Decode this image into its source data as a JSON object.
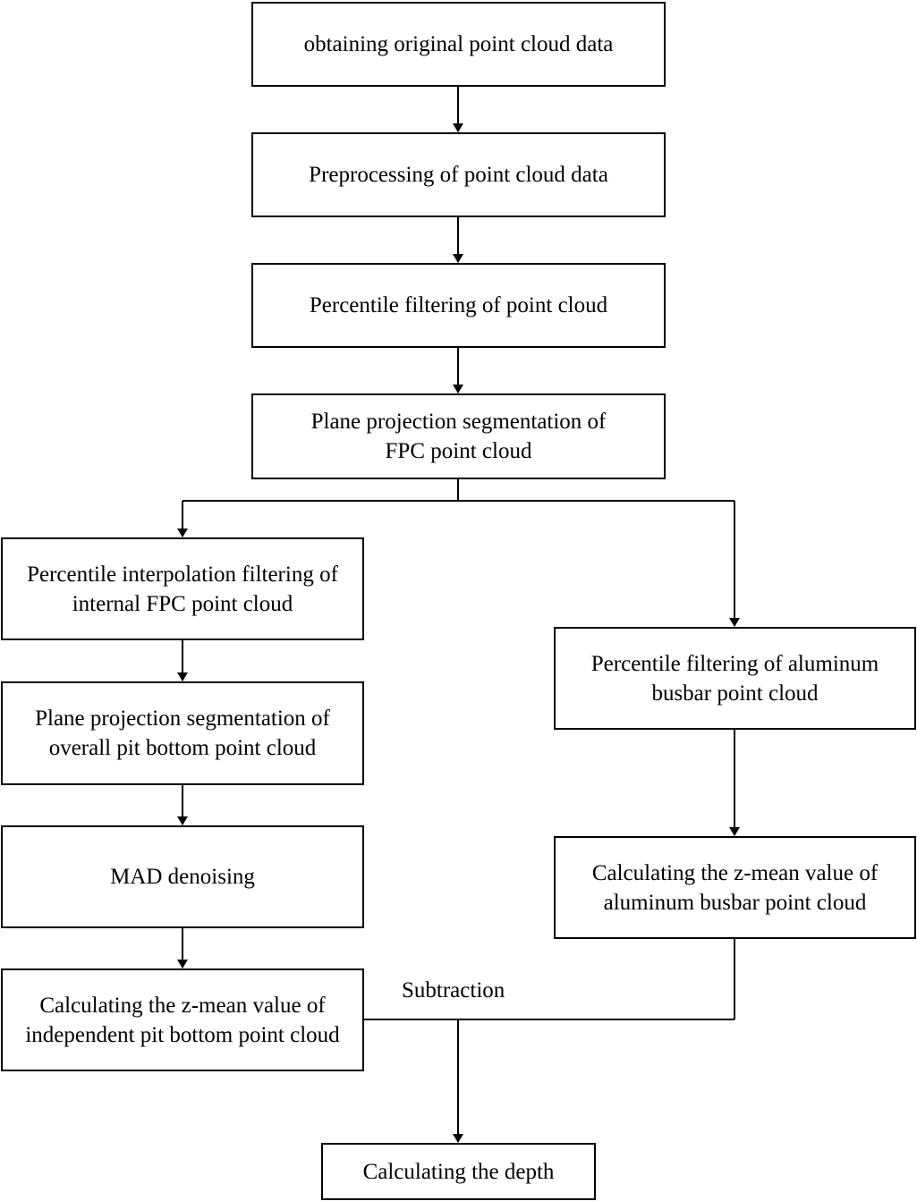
{
  "flowchart": {
    "steps": {
      "obtain": "obtaining original point cloud data",
      "preprocess": "Preprocessing of point cloud data",
      "percentile_filter": "Percentile filtering of point cloud",
      "fpc_segmentation": "Plane projection segmentation of FPC point cloud",
      "internal_fpc_filter": "Percentile interpolation filtering of internal FPC point cloud",
      "pit_bottom_segmentation": "Plane projection segmentation of overall pit bottom point cloud",
      "mad_denoise": "MAD denoising",
      "pit_z_mean": "Calculating the z-mean value of independent pit bottom point cloud",
      "busbar_filter": "Percentile filtering of aluminum busbar point cloud",
      "busbar_z_mean": "Calculating the z-mean value of aluminum busbar point cloud",
      "depth": "Calculating the depth"
    },
    "edge_labels": {
      "subtraction": "Subtraction"
    }
  }
}
